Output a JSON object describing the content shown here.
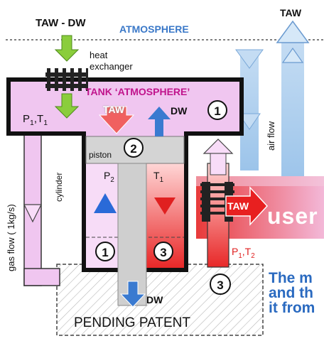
{
  "labels": {
    "taw_dw": "TAW - DW",
    "atmosphere": "ATMOSPHERE",
    "taw_top": "TAW",
    "heat_exchanger_line1": "heat",
    "heat_exchanger_line2": "exchanger",
    "tank": "TANK ‘ATMOSPHERE’",
    "taw_tank": "TAW",
    "dw_tank": "DW",
    "p1t1": "P1,T1",
    "piston": "piston",
    "p2": "P2",
    "t1": "T1",
    "cylinder": "cylinder",
    "gas_flow": "gas flow ( 1kg/s)",
    "air_flow": "air flow",
    "taw_user": "TAW",
    "user": "user",
    "p1t2": "P1,T2",
    "dw_bottom": "DW",
    "pending_patent": "PENDING  PATENT",
    "blue_line1": "The m",
    "blue_line2": "and th",
    "blue_line3": "it from"
  },
  "markers": {
    "n1_tank": "1",
    "n2_piston": "2",
    "n1_cyl": "1",
    "n3_cyl": "3",
    "n3_base": "3"
  },
  "colors": {
    "pink": "#f0c6f0",
    "light_pink": "#f8dcf8",
    "red": "#e83232",
    "blue_arrow": "#4a88d8",
    "light_blue": "#b4d2f0",
    "green": "#8acd3c",
    "magenta": "#c0148c",
    "text_blue": "#2a6ac0"
  }
}
